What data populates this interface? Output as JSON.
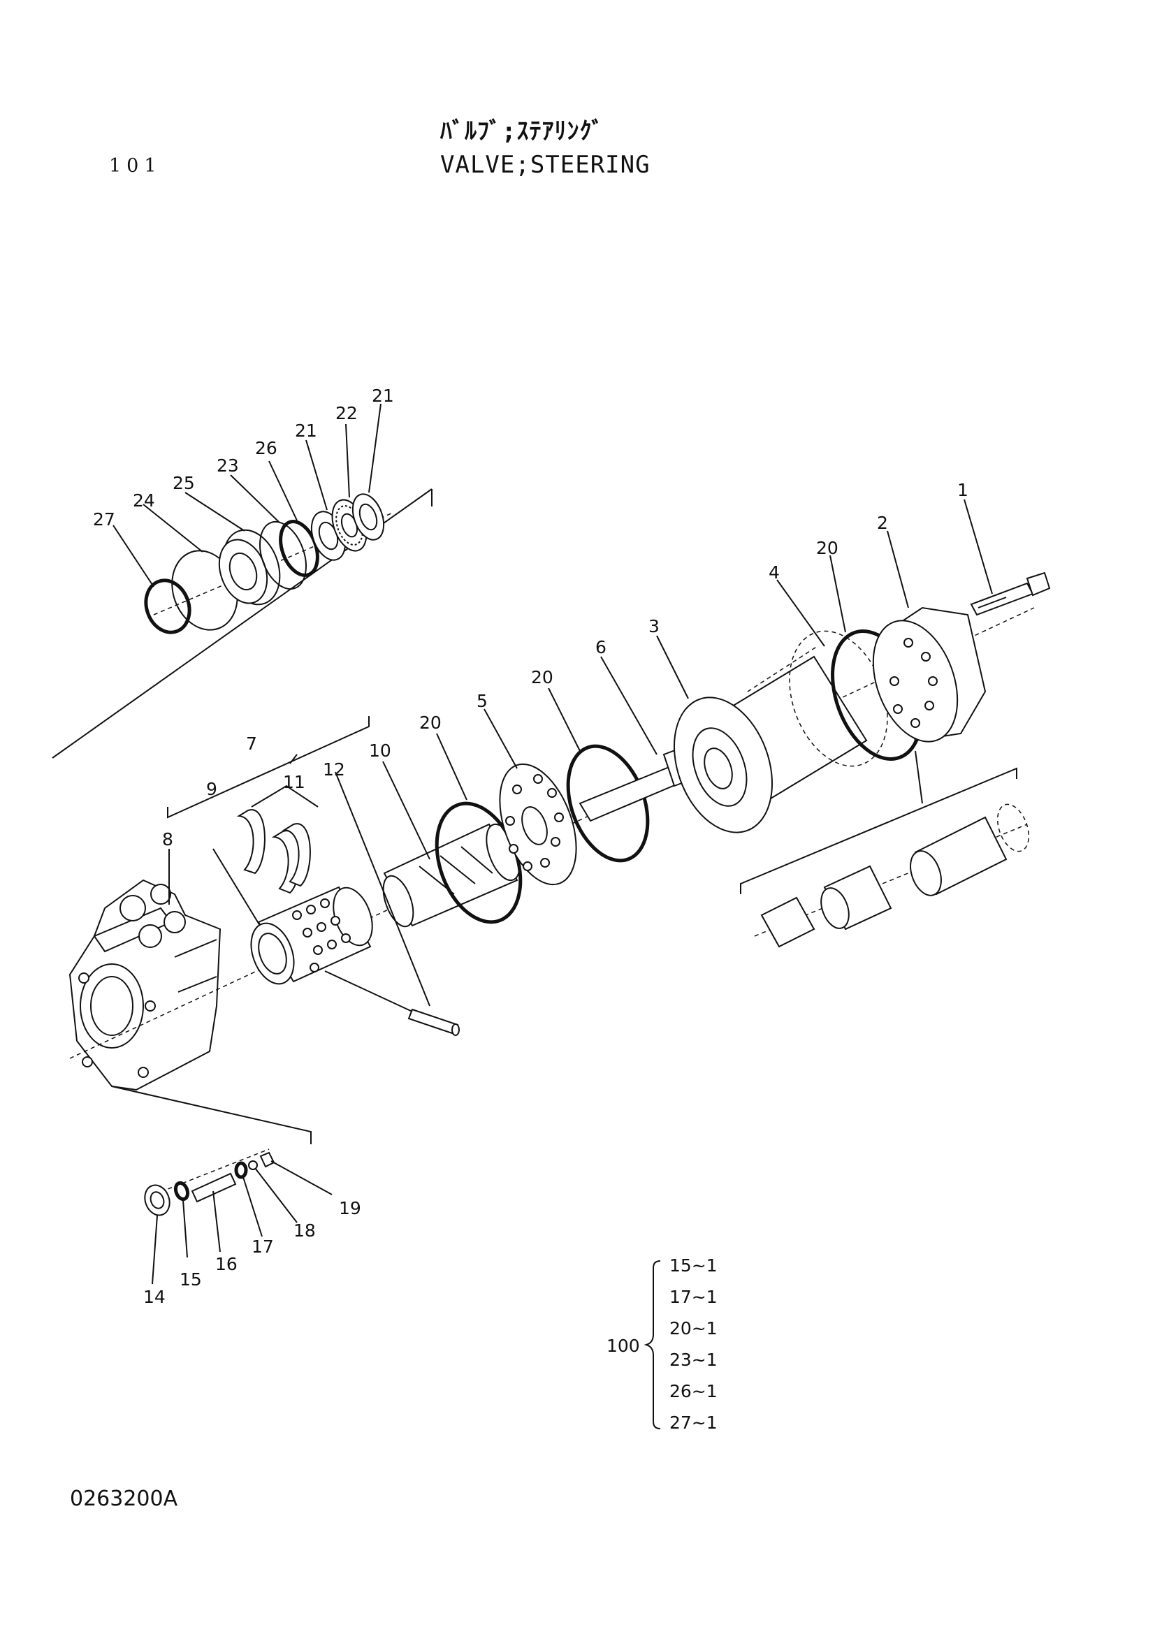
{
  "header": {
    "page_number": "101",
    "title_jp": "ﾊﾞﾙﾌﾞ;ｽﾃｱﾘﾝｸﾞ",
    "title_en": "VALVE;STEERING"
  },
  "footer": {
    "drawing_code": "0263200A"
  },
  "callouts": [
    "21",
    "22",
    "21",
    "26",
    "23",
    "25",
    "24",
    "27",
    "1",
    "2",
    "20",
    "4",
    "3",
    "6",
    "20",
    "5",
    "20",
    "7",
    "11",
    "12",
    "10",
    "8",
    "9",
    "19",
    "18",
    "17",
    "16",
    "15",
    "14"
  ],
  "kit": {
    "number": "100",
    "items": [
      "15~1",
      "17~1",
      "20~1",
      "23~1",
      "26~1",
      "27~1"
    ]
  }
}
